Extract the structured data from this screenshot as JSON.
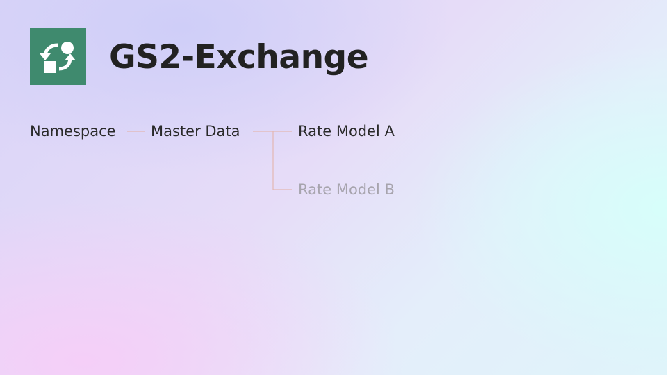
{
  "header": {
    "title": "GS2-Exchange",
    "logo_icon": "exchange-arrows-icon",
    "logo_color": "#3f8a6e"
  },
  "tree": {
    "namespace": "Namespace",
    "master_data": "Master Data",
    "children": [
      "Rate Model A",
      "Rate Model B"
    ],
    "highlighted_child": "Rate Model A"
  },
  "colors": {
    "connector": "#e3b7b2",
    "text": "#2a2a2a",
    "dim_text": "#a7a4ad"
  }
}
